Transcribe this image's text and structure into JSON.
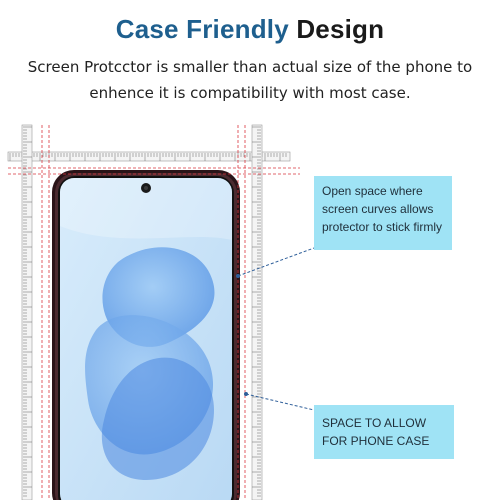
{
  "title": {
    "part1": "Case Friendly",
    "part2": "Design"
  },
  "subtitle": {
    "line1": "Screen Protcctor is smaller than actual size of the phone to",
    "line2": "enhence it is compatibility with most case."
  },
  "callouts": {
    "top": "Open space where screen curves allows protector to stick firmly",
    "bottom": "SPACE TO ALLOW FOR PHONE CASE"
  },
  "colors": {
    "title_accent": "#1e5f8e",
    "callout_bg": "#9fe3f5",
    "guide_red": "#d9363e",
    "leader_blue": "#2f5f9a",
    "phone_frame": "#3a1f24"
  },
  "icons": [
    "phone-illustration",
    "ruler-horizontal",
    "ruler-vertical",
    "front-camera-icon"
  ]
}
